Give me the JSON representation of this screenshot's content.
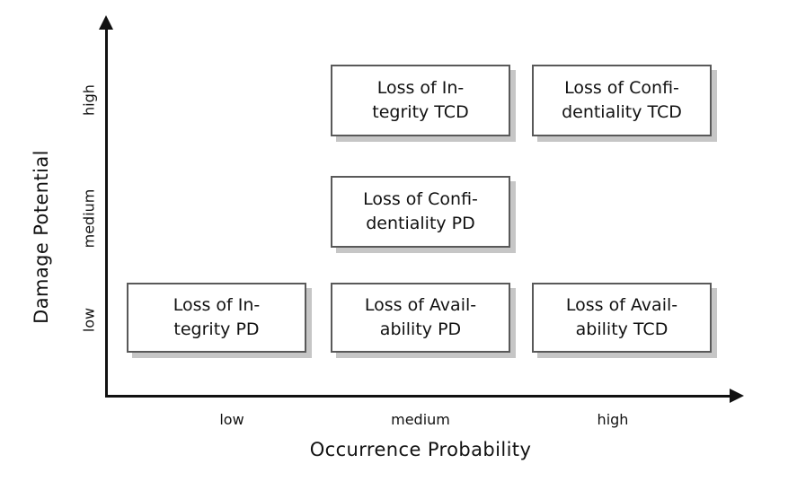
{
  "axes": {
    "y": {
      "title": "Damage Potential",
      "ticks": [
        {
          "label": "low"
        },
        {
          "label": "medium"
        },
        {
          "label": "high"
        }
      ]
    },
    "x": {
      "title": "Occurrence Probability",
      "ticks": [
        {
          "label": "low"
        },
        {
          "label": "medium"
        },
        {
          "label": "high"
        }
      ]
    }
  },
  "colors": {
    "axis": "#111111",
    "box_border": "#595959",
    "box_fill": "#ffffff",
    "box_shadow": "#c6c6c6",
    "background": "#ffffff"
  },
  "chart_data": {
    "type": "scatter",
    "title": "",
    "xlabel": "Occurrence Probability",
    "ylabel": "Damage Potential",
    "x_categories": [
      "low",
      "medium",
      "high"
    ],
    "y_categories": [
      "low",
      "medium",
      "high"
    ],
    "grid": false,
    "legend": "none",
    "items": [
      {
        "id": "loss-of-integrity-tcd",
        "line1": "Loss of In-",
        "line2": "tegrity TCD",
        "x": "medium",
        "y": "high"
      },
      {
        "id": "loss-of-confidentiality-tcd",
        "line1": "Loss of Confi-",
        "line2": "dentiality TCD",
        "x": "high",
        "y": "high"
      },
      {
        "id": "loss-of-confidentiality-pd",
        "line1": "Loss of Confi-",
        "line2": "dentiality PD",
        "x": "medium",
        "y": "medium"
      },
      {
        "id": "loss-of-integrity-pd",
        "line1": "Loss of In-",
        "line2": "tegrity PD",
        "x": "low",
        "y": "low"
      },
      {
        "id": "loss-of-availability-pd",
        "line1": "Loss of Avail-",
        "line2": "ability PD",
        "x": "medium",
        "y": "low"
      },
      {
        "id": "loss-of-availability-tcd",
        "line1": "Loss of Avail-",
        "line2": "ability TCD",
        "x": "high",
        "y": "low"
      }
    ]
  }
}
